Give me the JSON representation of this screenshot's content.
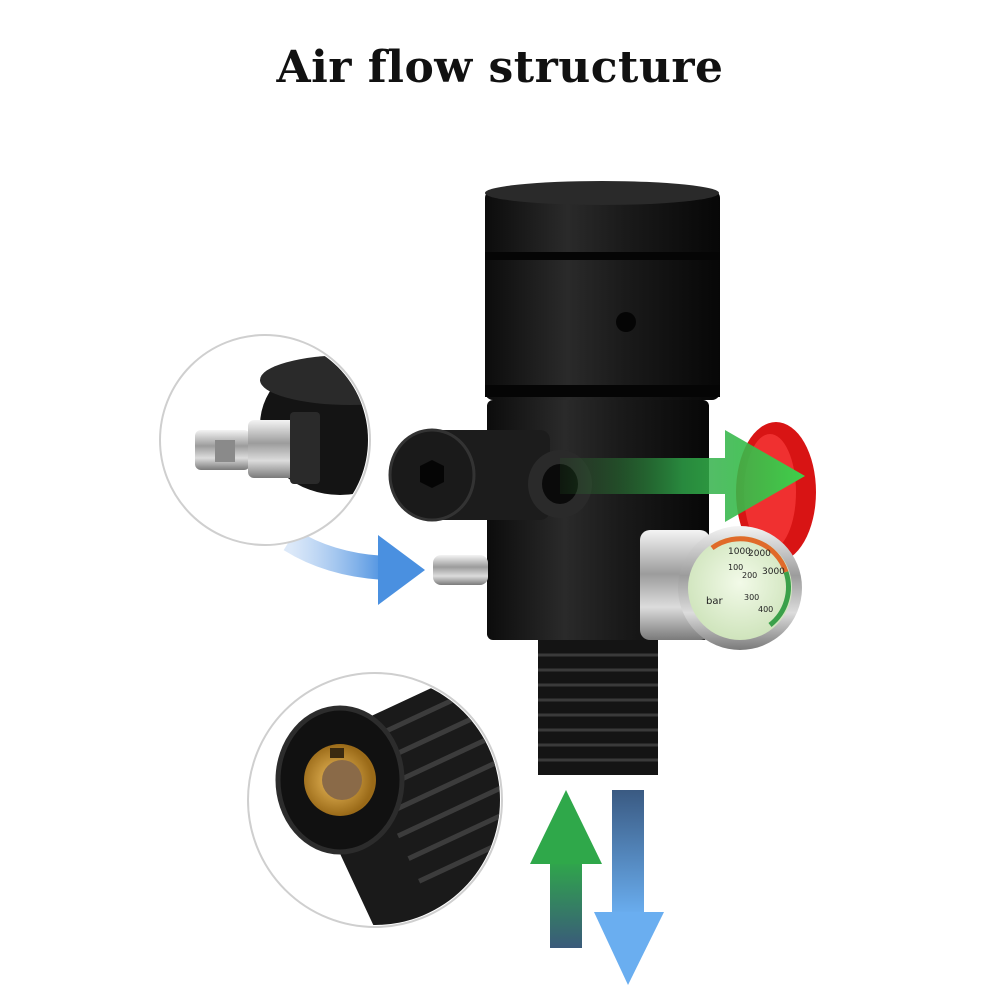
{
  "title": "Air flow structure",
  "gauge": {
    "outer_ticks": [
      "1000",
      "2000",
      "3000"
    ],
    "inner_ticks": [
      "100",
      "200",
      "300",
      "400"
    ],
    "unit": "bar"
  },
  "colors": {
    "body": "#1a1a1a",
    "inflow_arrow": "#5b9be0",
    "outflow_arrow": "#2ea84a",
    "down_arrow": "#4a86d6",
    "gauge_face": "#e8f4dc",
    "red_knob": "#d81414",
    "brass": "#c8902a"
  }
}
